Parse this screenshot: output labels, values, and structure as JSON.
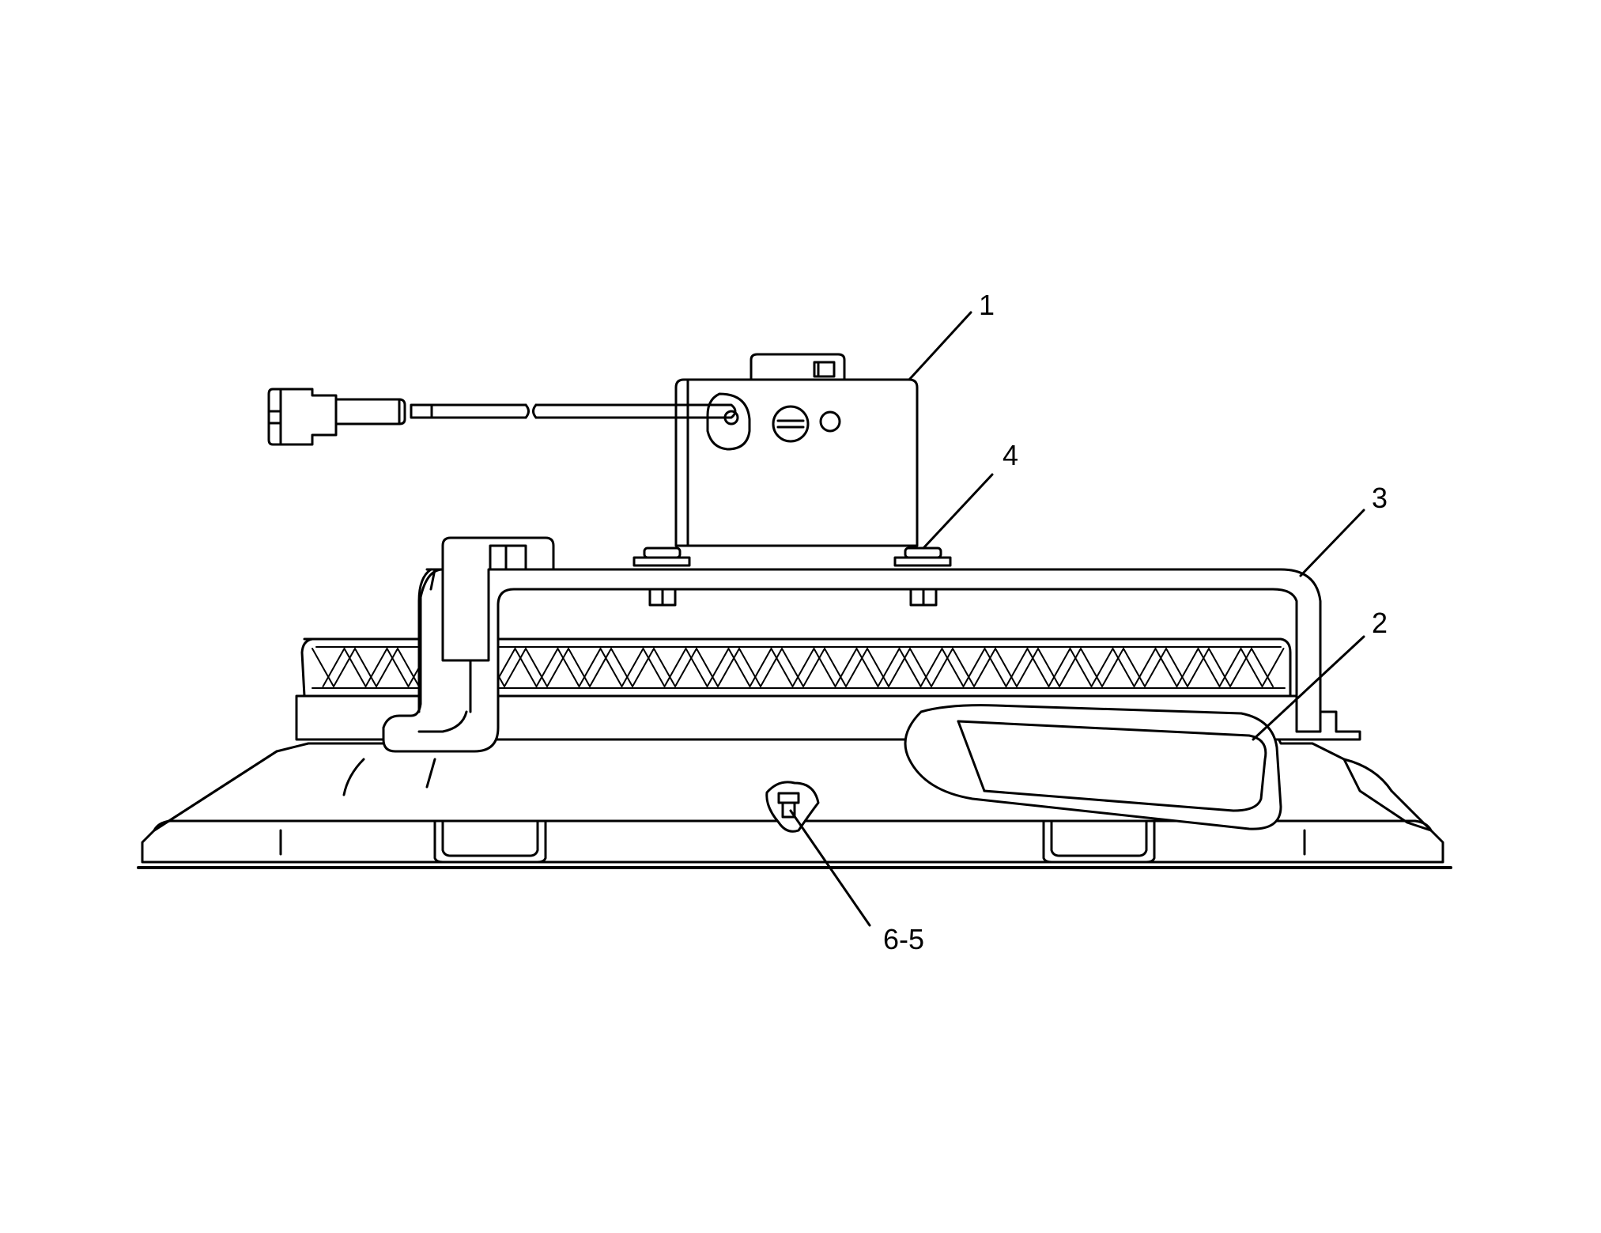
{
  "callouts": [
    {
      "label": "1"
    },
    {
      "label": "4"
    },
    {
      "label": "3"
    },
    {
      "label": "2"
    },
    {
      "label": "6-5"
    }
  ],
  "colors": {
    "line": "#000000",
    "background": "#ffffff"
  }
}
